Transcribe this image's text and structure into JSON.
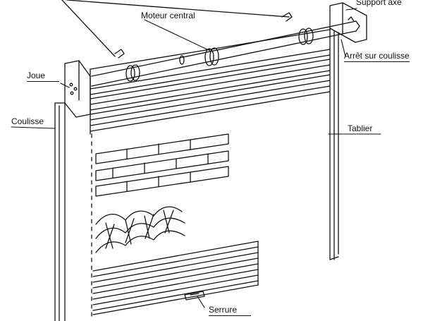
{
  "labels": {
    "support_axe": "Support axe",
    "moteur_central": "Moteur central",
    "arret_sur_coulisse": "Arrêt sur coulisse",
    "joue": "Joue",
    "coulisse": "Coulisse",
    "tablier": "Tablier",
    "serrure": "Serrure"
  },
  "colors": {
    "line": "#111111",
    "background": "#ffffff"
  }
}
